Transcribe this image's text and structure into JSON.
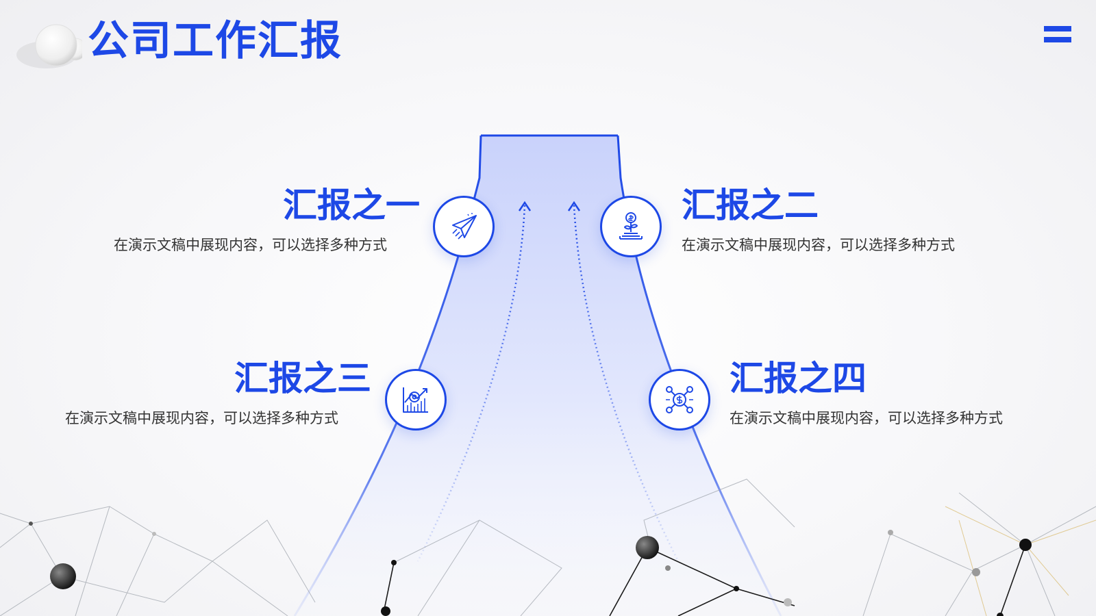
{
  "header": {
    "title": "公司工作汇报"
  },
  "items": [
    {
      "title": "汇报之一",
      "desc": "在演示文稿中展现内容，可以选择多种方式",
      "icon": "paper-plane-icon"
    },
    {
      "title": "汇报之二",
      "desc": "在演示文稿中展现内容，可以选择多种方式",
      "icon": "money-plant-icon"
    },
    {
      "title": "汇报之三",
      "desc": "在演示文稿中展现内容，可以选择多种方式",
      "icon": "growth-chart-target-icon"
    },
    {
      "title": "汇报之四",
      "desc": "在演示文稿中展现内容，可以选择多种方式",
      "icon": "dollar-network-icon"
    }
  ],
  "colors": {
    "accent": "#1d48e6",
    "text": "#333333"
  }
}
